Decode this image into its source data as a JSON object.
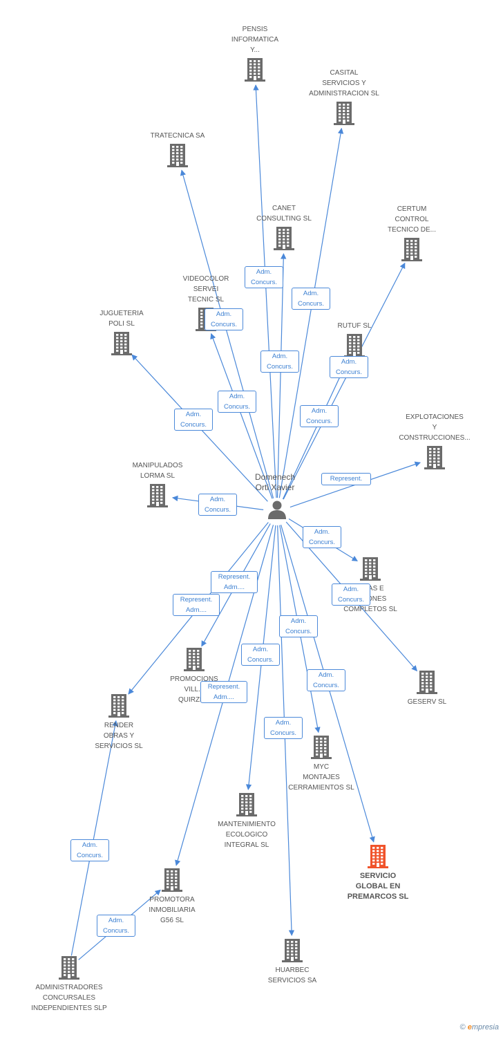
{
  "person": {
    "name_lines": [
      "Domenech",
      "Orti Xavier"
    ]
  },
  "companies": [
    {
      "id": "pensis",
      "lines": [
        "PENSIS",
        "INFORMATICA",
        "Y..."
      ]
    },
    {
      "id": "casital",
      "lines": [
        "CASITAL",
        "SERVICIOS Y",
        "ADMINISTRACION SL"
      ]
    },
    {
      "id": "tratecnica",
      "lines": [
        "TRATECNICA SA"
      ]
    },
    {
      "id": "canet",
      "lines": [
        "CANET",
        "CONSULTING SL"
      ]
    },
    {
      "id": "certum",
      "lines": [
        "CERTUM",
        "CONTROL",
        "TECNICO DE..."
      ]
    },
    {
      "id": "videocolor",
      "lines": [
        "VIDEOCOLOR",
        "SERVEI",
        "TECNIC SL"
      ]
    },
    {
      "id": "jugueteria",
      "lines": [
        "JUGUETERIA",
        "POLI SL"
      ]
    },
    {
      "id": "rutuf",
      "lines": [
        "RUTUF SL"
      ]
    },
    {
      "id": "explotaciones",
      "lines": [
        "EXPLOTACIONES",
        "Y",
        "CONSTRUCCIONES..."
      ]
    },
    {
      "id": "manipulados",
      "lines": [
        "MANIPULADOS",
        "LORMA SL"
      ]
    },
    {
      "id": "sistemas",
      "lines": [
        "...MAS E",
        "...CIONES",
        "COMPLETOS SL"
      ]
    },
    {
      "id": "geserv",
      "lines": [
        "GESERV SL"
      ]
    },
    {
      "id": "promocions",
      "lines": [
        "PROMOCIONS",
        "VILL...",
        "QUIRZE..."
      ]
    },
    {
      "id": "render",
      "lines": [
        "RENDER",
        "OBRAS Y",
        "SERVICIOS  SL"
      ]
    },
    {
      "id": "myc",
      "lines": [
        "MYC",
        "MONTAJES",
        "CERRAMIENTOS SL"
      ]
    },
    {
      "id": "mantenimiento",
      "lines": [
        "MANTENIMIENTO",
        "ECOLOGICO",
        "INTEGRAL SL"
      ]
    },
    {
      "id": "servicio",
      "lines": [
        "SERVICIO",
        "GLOBAL EN",
        "PREMARCOS SL"
      ],
      "highlight": true
    },
    {
      "id": "promotora",
      "lines": [
        "PROMOTORA",
        "INMOBILIARIA",
        "G56 SL"
      ]
    },
    {
      "id": "huarbec",
      "lines": [
        "HUARBEC",
        "SERVICIOS SA"
      ]
    },
    {
      "id": "administradores",
      "lines": [
        "ADMINISTRADORES",
        "CONCURSALES",
        "INDEPENDIENTES SLP"
      ]
    }
  ],
  "edge_labels": [
    {
      "id": "l-canet",
      "lines": [
        "Adm.",
        "Concurs."
      ]
    },
    {
      "id": "l-casital",
      "lines": [
        "Adm.",
        "Concurs."
      ]
    },
    {
      "id": "l-videocolor",
      "lines": [
        "Adm.",
        "Concurs."
      ]
    },
    {
      "id": "l-pensis",
      "lines": [
        "Adm.",
        "Concurs."
      ]
    },
    {
      "id": "l-rutuf",
      "lines": [
        "Adm.",
        "Concurs."
      ]
    },
    {
      "id": "l-tratecnica",
      "lines": [
        "Adm.",
        "Concurs."
      ]
    },
    {
      "id": "l-jugueteria",
      "lines": [
        "Adm.",
        "Concurs."
      ]
    },
    {
      "id": "l-certum",
      "lines": [
        "Adm.",
        "Concurs."
      ]
    },
    {
      "id": "l-explotaciones",
      "lines": [
        "Represent."
      ]
    },
    {
      "id": "l-manipulados",
      "lines": [
        "Adm.",
        "Concurs."
      ]
    },
    {
      "id": "l-sistemas-a",
      "lines": [
        "Adm.",
        "Concurs."
      ]
    },
    {
      "id": "l-promocions",
      "lines": [
        "Represent.",
        "Adm...."
      ]
    },
    {
      "id": "l-render",
      "lines": [
        "Represent.",
        "Adm...."
      ]
    },
    {
      "id": "l-geserv",
      "lines": [
        "Adm.",
        "Concurs."
      ]
    },
    {
      "id": "l-myc",
      "lines": [
        "Adm.",
        "Concurs."
      ]
    },
    {
      "id": "l-mantenimiento",
      "lines": [
        "Adm.",
        "Concurs."
      ]
    },
    {
      "id": "l-servicio",
      "lines": [
        "Adm.",
        "Concurs."
      ]
    },
    {
      "id": "l-promotora",
      "lines": [
        "Represent.",
        "Adm...."
      ]
    },
    {
      "id": "l-huarbec",
      "lines": [
        "Adm.",
        "Concurs."
      ]
    },
    {
      "id": "l-adm-render",
      "lines": [
        "Adm.",
        "Concurs."
      ]
    },
    {
      "id": "l-adm-promotora",
      "lines": [
        "Adm.",
        "Concurs."
      ]
    }
  ],
  "colors": {
    "edge": "#4a88d9",
    "building": "#6b6b6b",
    "building_highlight": "#f0532b",
    "person": "#6b6b6b"
  },
  "footer": {
    "copyright": "©",
    "brand_initial": "e",
    "brand_rest": "mpresia"
  }
}
